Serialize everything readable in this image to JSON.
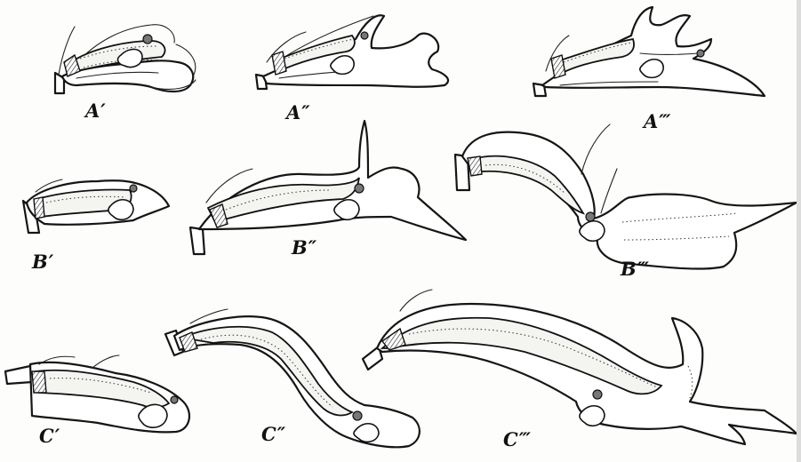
{
  "plate": {
    "labels": {
      "a1": "A′",
      "a2": "A″",
      "a3": "A‴",
      "b1": "B′",
      "b2": "B″",
      "b3": "B‴",
      "c1": "C′",
      "c2": "C″",
      "c3": "C‴"
    }
  }
}
